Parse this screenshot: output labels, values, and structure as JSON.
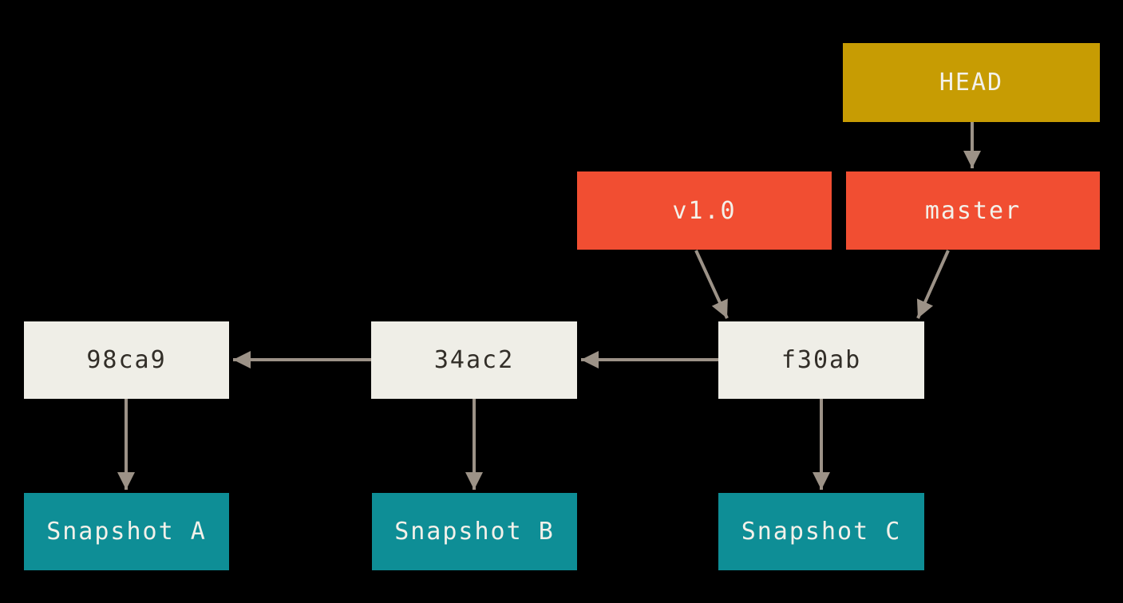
{
  "colors": {
    "background": "#000000",
    "head_fill": "#c79c03",
    "ref_fill": "#f14e32",
    "commit_fill": "#efeee7",
    "snapshot_fill": "#0e8e96",
    "arrow": "#9c9287",
    "dark_text": "#322e28",
    "light_text": "#f3f1ea"
  },
  "nodes": {
    "head": {
      "label": "HEAD",
      "type": "pointer"
    },
    "tag_v10": {
      "label": "v1.0",
      "type": "tag"
    },
    "branch_master": {
      "label": "master",
      "type": "branch"
    },
    "commit_98ca9": {
      "label": "98ca9",
      "type": "commit"
    },
    "commit_34ac2": {
      "label": "34ac2",
      "type": "commit"
    },
    "commit_f30ab": {
      "label": "f30ab",
      "type": "commit"
    },
    "snapshot_a": {
      "label": "Snapshot A",
      "type": "snapshot"
    },
    "snapshot_b": {
      "label": "Snapshot B",
      "type": "snapshot"
    },
    "snapshot_c": {
      "label": "Snapshot C",
      "type": "snapshot"
    }
  },
  "edges": [
    {
      "from": "HEAD",
      "to": "master"
    },
    {
      "from": "v1.0",
      "to": "f30ab"
    },
    {
      "from": "master",
      "to": "f30ab"
    },
    {
      "from": "f30ab",
      "to": "34ac2"
    },
    {
      "from": "34ac2",
      "to": "98ca9"
    },
    {
      "from": "98ca9",
      "to": "Snapshot A"
    },
    {
      "from": "34ac2",
      "to": "Snapshot B"
    },
    {
      "from": "f30ab",
      "to": "Snapshot C"
    }
  ]
}
